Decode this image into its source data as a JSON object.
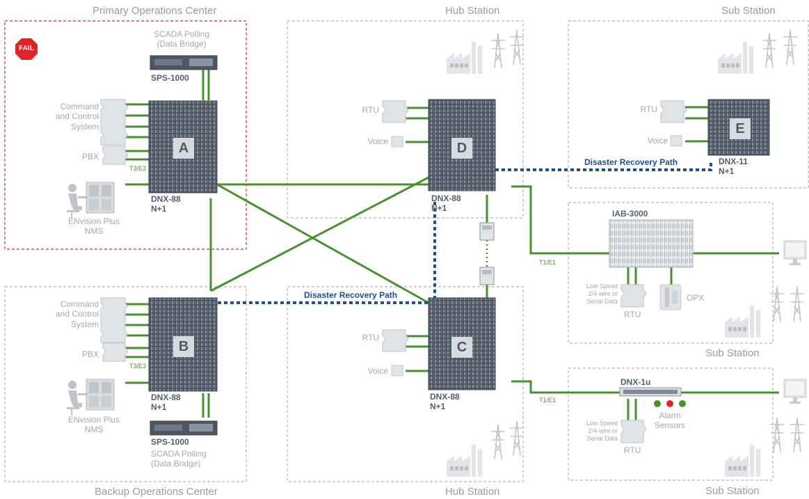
{
  "regions": {
    "primary_ops": "Primary Operations Center",
    "backup_ops": "Backup Operations Center",
    "hub_top": "Hub Station",
    "hub_bottom": "Hub Station",
    "sub_top": "Sub Station",
    "sub_mid": "Sub Station",
    "sub_bottom": "Sub Station"
  },
  "fail_badge": "FAIL",
  "primary": {
    "scada_line1": "SCADA Polling",
    "scada_line2": "(Data Bridge)",
    "sps": "SPS-1000",
    "cmd_line1": "Command",
    "cmd_line2": "and Control",
    "cmd_line3": "System",
    "pbx": "PBX",
    "t3e3": "T3/E3",
    "node_letter": "A",
    "dnx_line1": "DNX-88",
    "dnx_line2": "N+1",
    "nms_line1": "ENvision Plus",
    "nms_line2": "NMS"
  },
  "backup": {
    "cmd_line1": "Command",
    "cmd_line2": "and Control",
    "cmd_line3": "System",
    "pbx": "PBX",
    "t3e3": "T3/E3",
    "node_letter": "B",
    "dnx_line1": "DNX-88",
    "dnx_line2": "N+1",
    "nms_line1": "ENvision Plus",
    "nms_line2": "NMS",
    "sps": "SPS-1000",
    "scada_line1": "SCADA Polling",
    "scada_line2": "(Data Bridge)"
  },
  "hub_top": {
    "rtu": "RTU",
    "voice": "Voice",
    "node_letter": "D",
    "dnx_line1": "DNX-88",
    "dnx_line2": "N+1"
  },
  "hub_bottom": {
    "rtu": "RTU",
    "voice": "Voice",
    "node_letter": "C",
    "dnx_line1": "DNX-88",
    "dnx_line2": "N+1"
  },
  "sub_top": {
    "rtu": "RTU",
    "voice": "Voice",
    "node_letter": "E",
    "dnx_line1": "DNX-11",
    "dnx_line2": "N+1"
  },
  "disaster_top": "Disaster Recovery Path",
  "disaster_mid": "Disaster Recovery Path",
  "sub_mid": {
    "iab": "IAB-3000",
    "t1e1": "T1/E1",
    "low_line1": "Low Speed",
    "low_line2": "2/4-wire or",
    "low_line3": "Serial Data",
    "rtu": "RTU",
    "opx": "OPX"
  },
  "sub_bottom": {
    "dnx1u": "DNX-1u",
    "t1e1": "T1/E1",
    "alarm_line1": "Alarm",
    "alarm_line2": "Sensors",
    "low_line1": "Low Speed",
    "low_line2": "2/4-wire or",
    "low_line3": "Serial Data",
    "rtu": "RTU"
  },
  "colors": {
    "link_green": "#4a8f2f",
    "recovery_blue": "#1f4f8f",
    "fail_red": "#e2232a",
    "device_dark": "#4d5763"
  }
}
